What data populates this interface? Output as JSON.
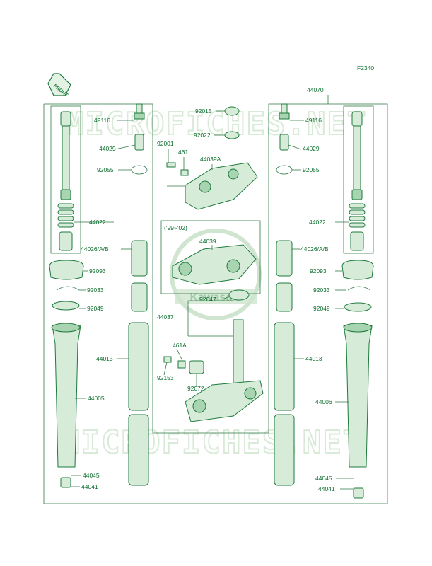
{
  "figure_code": "F2340",
  "front_arrow_label": "FRONT",
  "watermark_text": "MICROFICHES.NET",
  "logo_text": "Kawasaki",
  "accent_color": "#1e7a3c",
  "year_note": "('99~'02)",
  "parts": {
    "p44070": "44070",
    "p49116_left": "49116",
    "p49116_right": "49116",
    "p92015": "92015",
    "p92022": "92022",
    "p92001": "92001",
    "p461": "461",
    "p44039A": "44039A",
    "p44029_left": "44029",
    "p44029_right": "44029",
    "p92055_left": "92055",
    "p92055_right": "92055",
    "p44022_left": "44022",
    "p44022_right": "44022",
    "p44026_left": "44026/A/B",
    "p44026_right": "44026/A/B",
    "p44039": "44039",
    "p92093_left": "92093",
    "p92093_right": "92093",
    "p92033_left": "92033",
    "p92033_right": "92033",
    "p92049_left": "92049",
    "p92049_right": "92049",
    "p92047": "92047",
    "p44037": "44037",
    "p44013_left": "44013",
    "p44013_right": "44013",
    "p461A": "461A",
    "p92153": "92153",
    "p92072": "92072",
    "p44005": "44005",
    "p44006": "44006",
    "p44045_left": "44045",
    "p44045_right": "44045",
    "p44041_left": "44041",
    "p44041_right": "44041"
  }
}
